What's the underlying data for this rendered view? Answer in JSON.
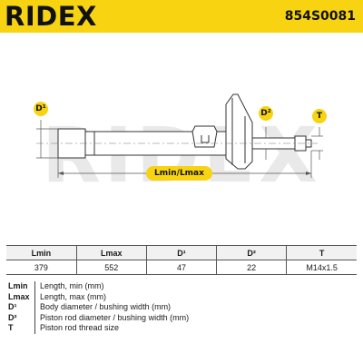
{
  "header": {
    "logo": "RIDEX",
    "part_number": "854S0081",
    "background_color": "#f7d312"
  },
  "drawing": {
    "label_d1": "D¹",
    "label_d2": "D²",
    "label_t": "T",
    "label_length": "Lmin/Lmax",
    "watermark": "RIDEX"
  },
  "specs": {
    "columns": [
      "Lmin",
      "Lmax",
      "D¹",
      "D²",
      "T"
    ],
    "values": [
      "379",
      "552",
      "47",
      "22",
      "M14x1.5"
    ]
  },
  "legend": [
    {
      "key": "Lmin",
      "desc": "Length, min (mm)"
    },
    {
      "key": "Lmax",
      "desc": "Length, max (mm)"
    },
    {
      "key": "D¹",
      "desc": "Body diameter / bushing width (mm)"
    },
    {
      "key": "D²",
      "desc": "Piston rod diameter / bushing width (mm)"
    },
    {
      "key": "T",
      "desc": "Piston rod thread size"
    }
  ]
}
